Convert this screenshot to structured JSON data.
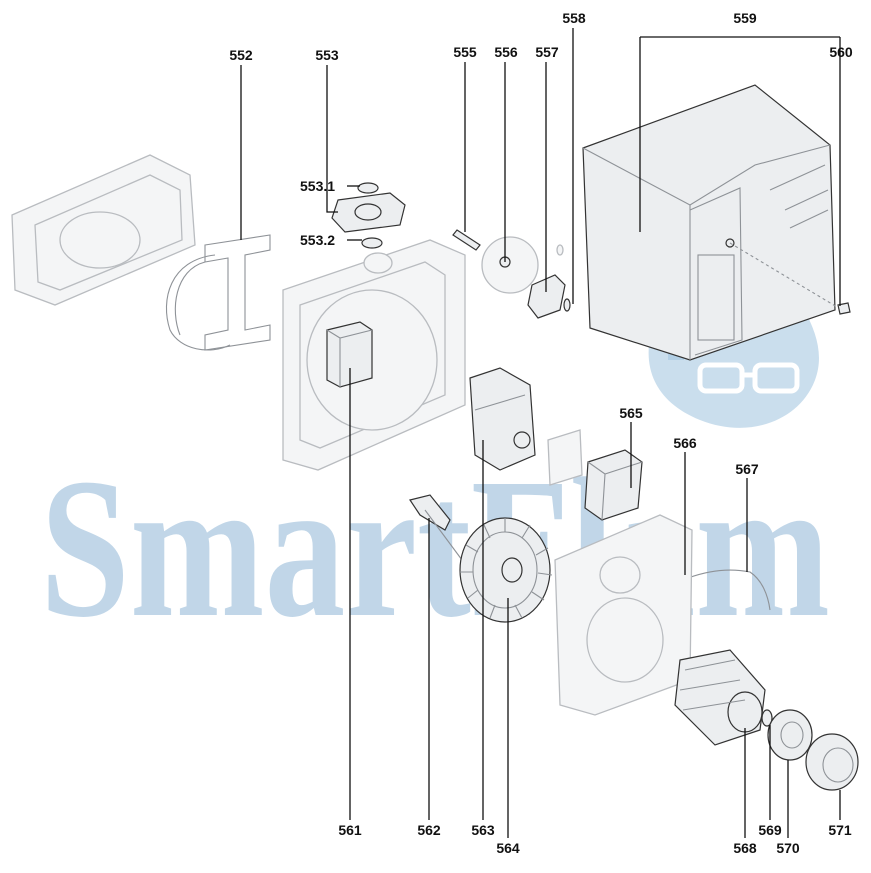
{
  "watermark": "SmartFlam",
  "labels": {
    "l552": "552",
    "l553": "553",
    "l553_1": "553.1",
    "l553_2": "553.2",
    "l555": "555",
    "l556": "556",
    "l557": "557",
    "l558": "558",
    "l559": "559",
    "l560": "560",
    "l561": "561",
    "l562": "562",
    "l563": "563",
    "l564": "564",
    "l565": "565",
    "l566": "566",
    "l567": "567",
    "l568": "568",
    "l569": "569",
    "l570": "570",
    "l571": "571"
  }
}
